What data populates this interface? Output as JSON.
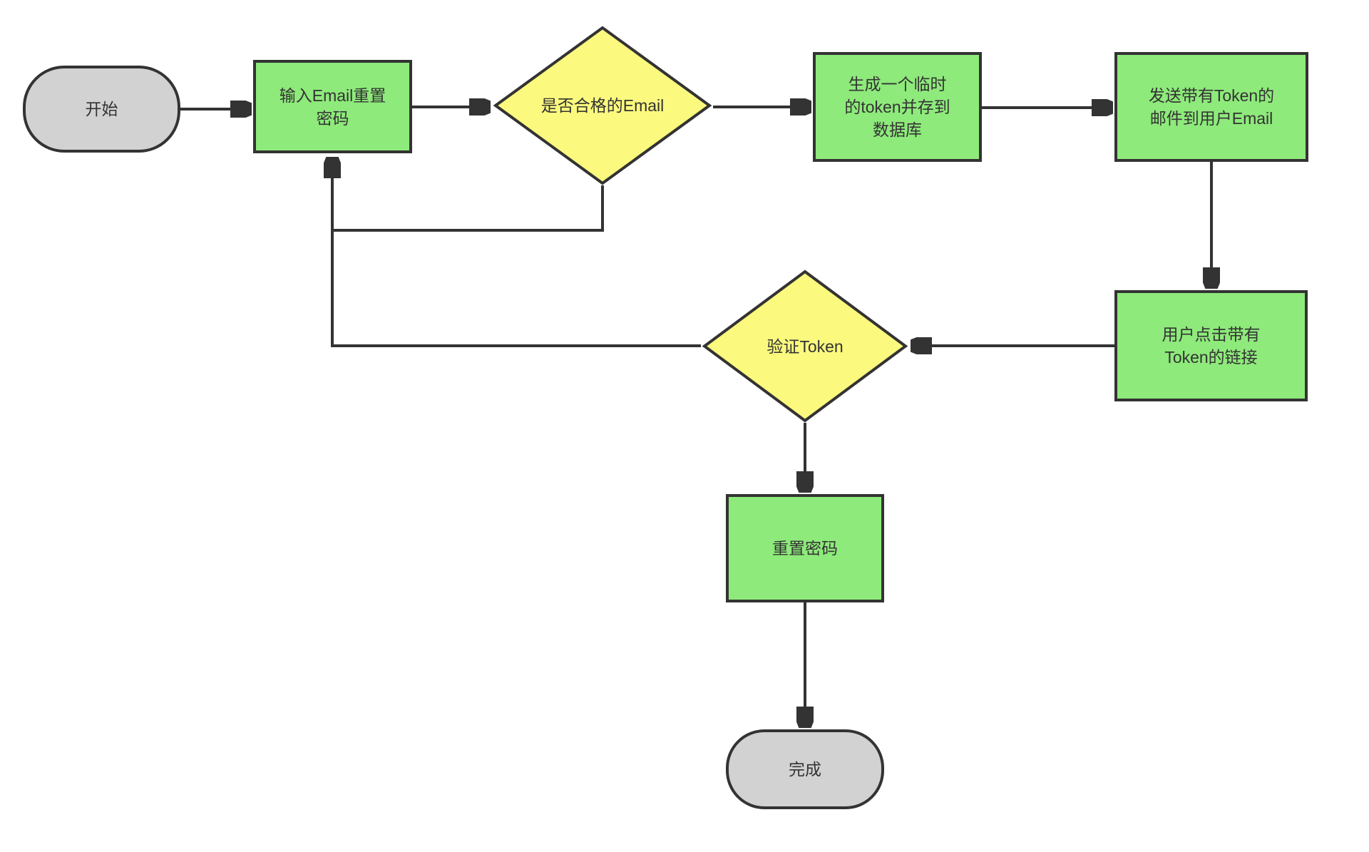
{
  "diagram": {
    "type": "flowchart",
    "colors": {
      "process_fill": "#8EEA7B",
      "decision_fill": "#FBF97E",
      "terminator_fill": "#D2D2D2",
      "stroke": "#333333",
      "text": "#333333",
      "background": "#FFFFFF"
    },
    "nodes": [
      {
        "id": "start",
        "shape": "terminator",
        "label": "开始"
      },
      {
        "id": "input-email",
        "shape": "process",
        "label": "输入Email重置\n密码"
      },
      {
        "id": "valid-email",
        "shape": "decision",
        "label": "是否合格的Email"
      },
      {
        "id": "generate-token",
        "shape": "process",
        "label": "生成一个临时\n的token并存到\n数据库"
      },
      {
        "id": "send-email",
        "shape": "process",
        "label": "发送带有Token的\n邮件到用户Email"
      },
      {
        "id": "click-link",
        "shape": "process",
        "label": "用户点击带有\nToken的链接"
      },
      {
        "id": "verify-token",
        "shape": "decision",
        "label": "验证Token"
      },
      {
        "id": "reset-password",
        "shape": "process",
        "label": "重置密码"
      },
      {
        "id": "done",
        "shape": "terminator",
        "label": "完成"
      }
    ],
    "edges": [
      {
        "from": "start",
        "to": "input-email"
      },
      {
        "from": "input-email",
        "to": "valid-email"
      },
      {
        "from": "valid-email",
        "to": "generate-token"
      },
      {
        "from": "generate-token",
        "to": "send-email"
      },
      {
        "from": "send-email",
        "to": "click-link"
      },
      {
        "from": "click-link",
        "to": "verify-token"
      },
      {
        "from": "verify-token",
        "to": "reset-password"
      },
      {
        "from": "reset-password",
        "to": "done"
      },
      {
        "from": "valid-email",
        "to": "input-email"
      },
      {
        "from": "verify-token",
        "to": "input-email"
      }
    ]
  }
}
